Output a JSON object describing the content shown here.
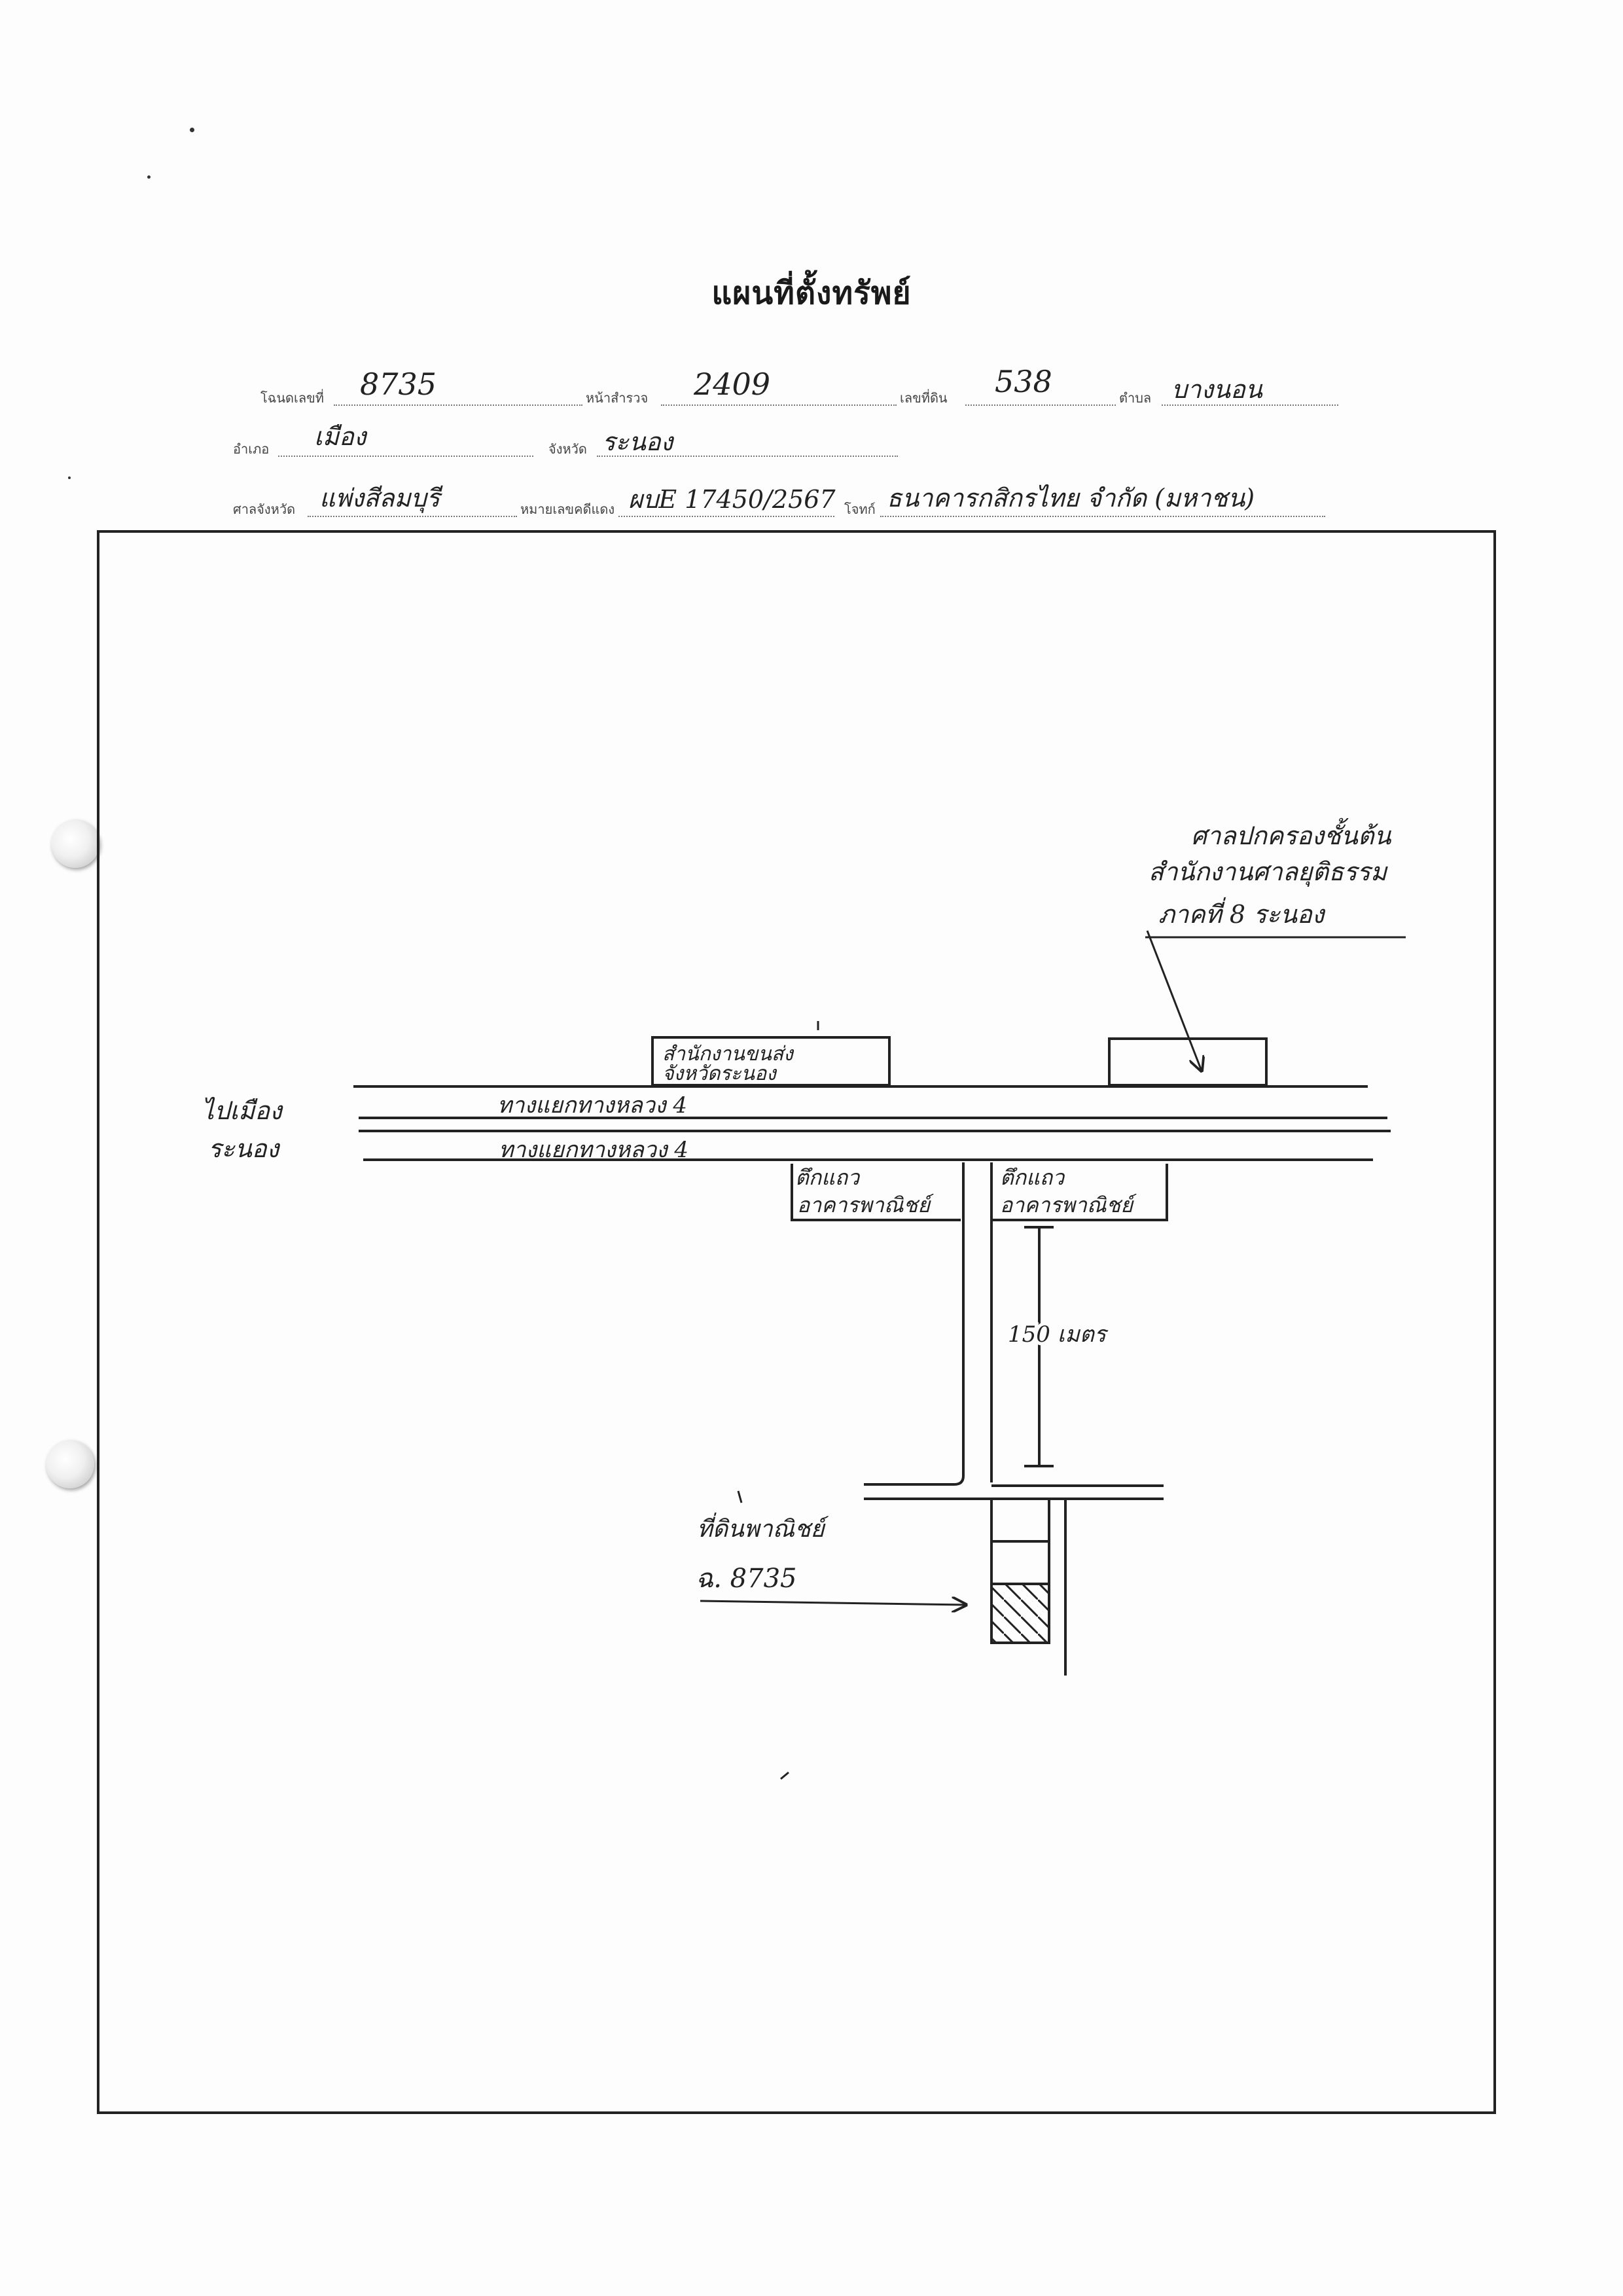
{
  "document": {
    "title": "แผนที่ตั้งทรัพย์"
  },
  "form": {
    "row1": {
      "deed_label": "โฉนดเลขที่",
      "deed_value": "8735",
      "page_label": "หน้าสำรวจ",
      "page_value": "2409",
      "land_no_label": "เลขที่ดิน",
      "land_no_value": "538",
      "subdistrict_label": "ตำบล",
      "subdistrict_value": "บางนอน"
    },
    "row2": {
      "district_label": "อำเภอ",
      "district_value": "เมือง",
      "province_label": "จังหวัด",
      "province_value": "ระนอง"
    },
    "row3": {
      "court_label": "ศาลจังหวัด",
      "court_value": "แพ่งสีลมบุรี",
      "case_label": "หมายเลขคดีแดง",
      "case_value": "ผบE 17450/2567",
      "plaintiff_label": "โจทก์",
      "plaintiff_value": "ธนาคารกสิกรไทย จำกัด (มหาชน)"
    }
  },
  "map": {
    "labels": {
      "office": "ศาลปกครองชั้นต้น\nสำนักงานศาลยุติธรรม\nภาคที่ 8 ระนอง",
      "left_building": "สำนักงานขนส่ง\nจังหวัดระนอง",
      "to_city": "ไปเมือง\nระนอง",
      "lane_upper": "ทางแยกทางหลวง 4",
      "lane_lower": "ทางแยกทางหลวง 4",
      "shop_left": "ตึกแถว\nอาคารพาณิชย์",
      "shop_right": "ตึกแถว\nอาคารพาณิชย์",
      "distance": "150 เมตร",
      "plot_label": "ที่ดินพาณิชย์",
      "plot_deed": "ฉ. 8735"
    }
  }
}
